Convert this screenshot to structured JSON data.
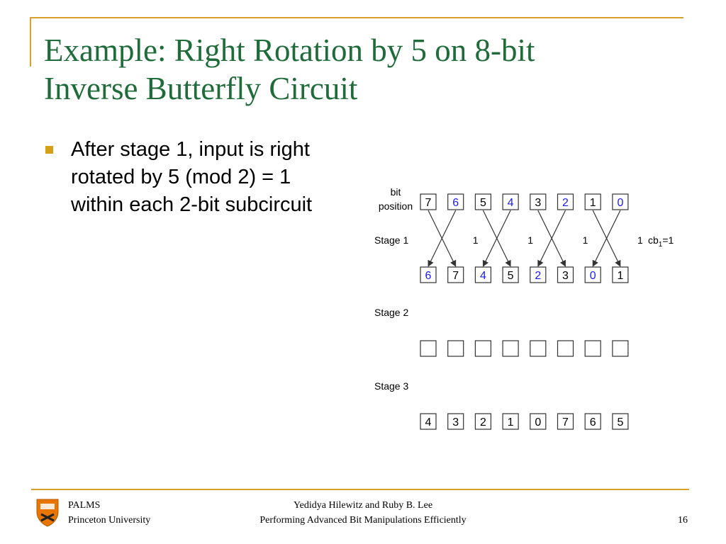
{
  "slide": {
    "title_line1": "Example: Right Rotation by 5 on 8-bit",
    "title_line2": "Inverse Butterfly Circuit",
    "bullet": "After stage 1, input is right rotated by 5 (mod 2) = 1 within each 2-bit subcircuit"
  },
  "diagram": {
    "bit_label_line1": "bit",
    "bit_label_line2": "position",
    "stage1_label": "Stage 1",
    "stage2_label": "Stage 2",
    "stage3_label": "Stage 3",
    "input_bits": [
      {
        "v": "7",
        "blue": false
      },
      {
        "v": "6",
        "blue": true
      },
      {
        "v": "5",
        "blue": false
      },
      {
        "v": "4",
        "blue": true
      },
      {
        "v": "3",
        "blue": false
      },
      {
        "v": "2",
        "blue": true
      },
      {
        "v": "1",
        "blue": false
      },
      {
        "v": "0",
        "blue": true
      }
    ],
    "stage1_controls": [
      "1",
      "1",
      "1",
      "1"
    ],
    "cb_label": "cb",
    "cb_subscript": "1",
    "cb_value": "=1",
    "stage1_output": [
      {
        "v": "6",
        "blue": true
      },
      {
        "v": "7",
        "blue": false
      },
      {
        "v": "4",
        "blue": true
      },
      {
        "v": "5",
        "blue": false
      },
      {
        "v": "2",
        "blue": true
      },
      {
        "v": "3",
        "blue": false
      },
      {
        "v": "0",
        "blue": true
      },
      {
        "v": "1",
        "blue": false
      }
    ],
    "stage2_output": [
      "",
      "",
      "",
      "",
      "",
      "",
      "",
      ""
    ],
    "stage3_output": [
      "4",
      "3",
      "2",
      "1",
      "0",
      "7",
      "6",
      "5"
    ],
    "colors": {
      "blue_bit": "#1a1aff",
      "text": "#000000",
      "box_border": "#333333",
      "arrow": "#333333"
    }
  },
  "footer": {
    "org": "PALMS",
    "university": "Princeton University",
    "authors": "Yedidya Hilewitz and Ruby B. Lee",
    "talk_title": "Performing Advanced Bit Manipulations Efficiently",
    "page": "16"
  },
  "theme": {
    "title_color": "#1f6b3a",
    "accent": "#d7a12b",
    "bullet_color": "#d4a017"
  }
}
